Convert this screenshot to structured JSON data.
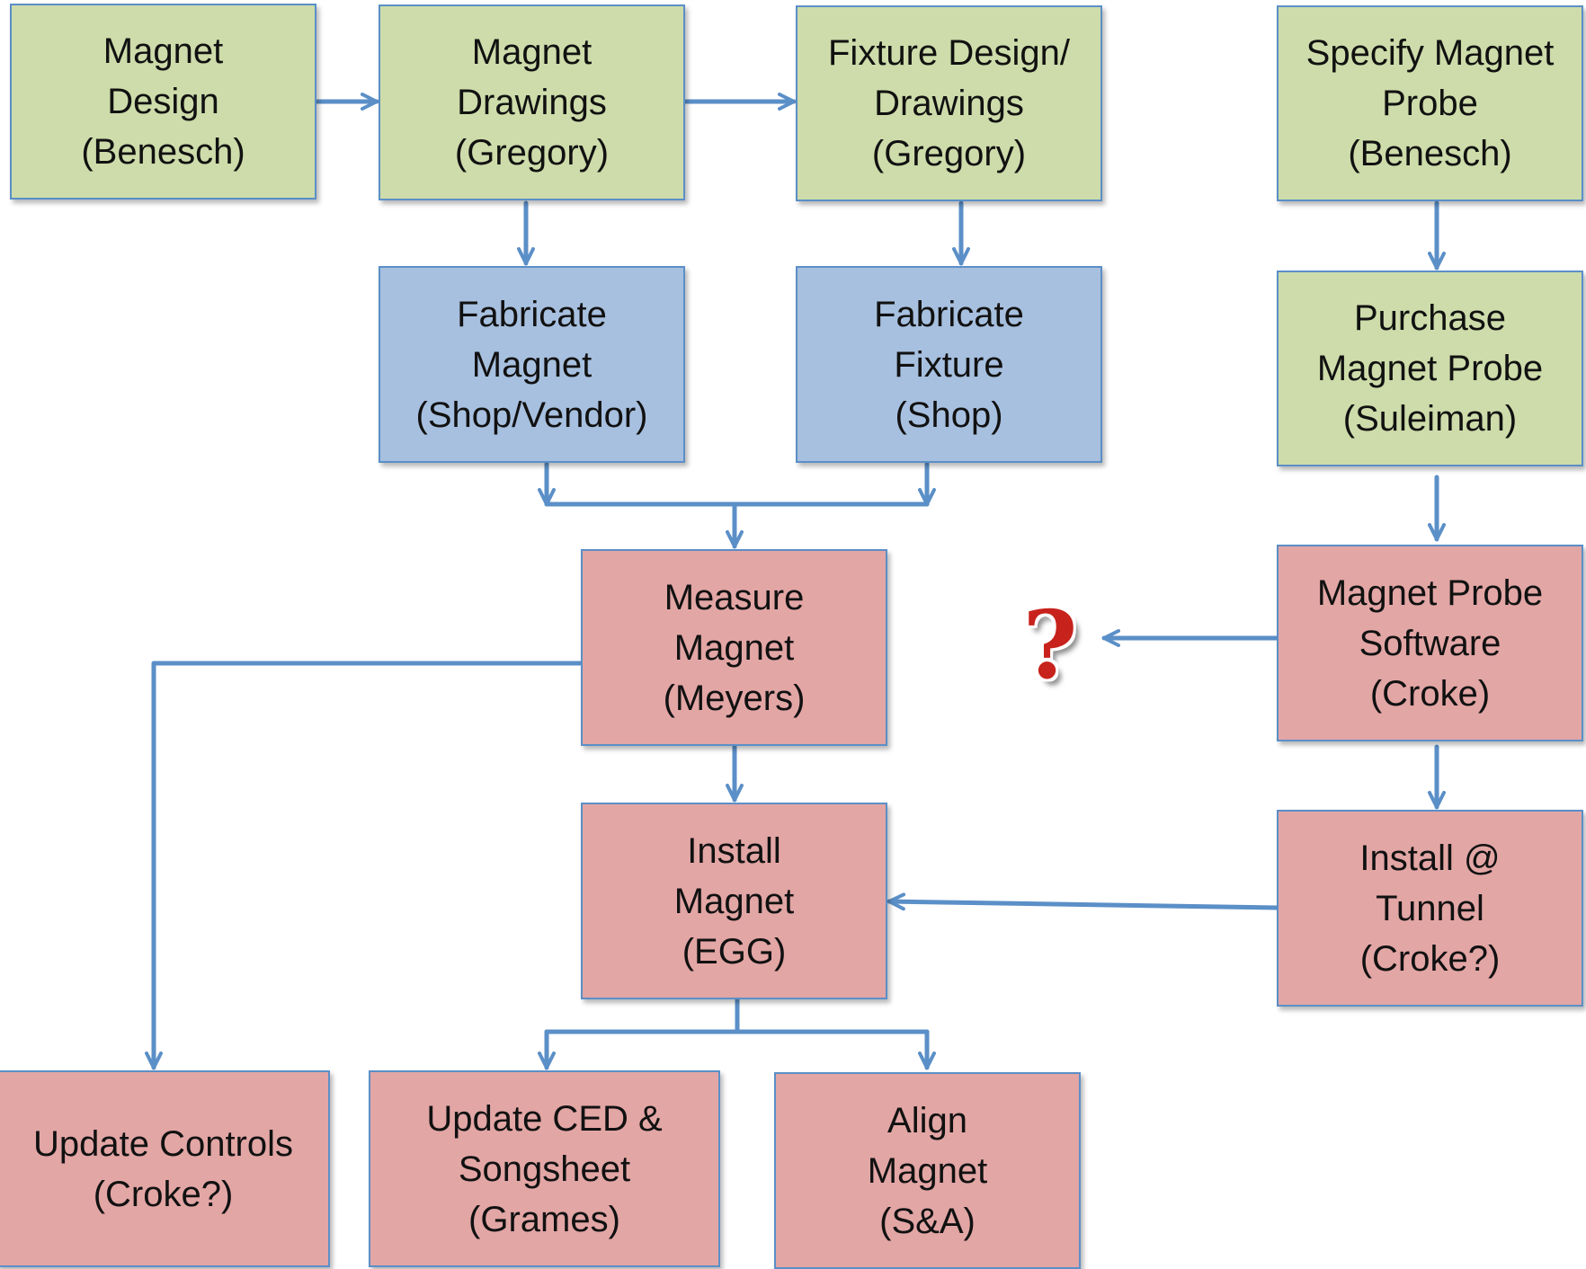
{
  "nodes": {
    "magnet_design": {
      "lines": [
        "Magnet",
        "Design",
        "(Benesch)"
      ]
    },
    "magnet_drawings": {
      "lines": [
        "Magnet",
        "Drawings",
        "(Gregory)"
      ]
    },
    "fixture_design": {
      "lines": [
        "Fixture Design/",
        "Drawings",
        "(Gregory)"
      ]
    },
    "specify_probe": {
      "lines": [
        "Specify Magnet",
        "Probe",
        "(Benesch)"
      ]
    },
    "fabricate_magnet": {
      "lines": [
        "Fabricate",
        "Magnet",
        "(Shop/Vendor)"
      ]
    },
    "fabricate_fixture": {
      "lines": [
        "Fabricate",
        "Fixture",
        "(Shop)"
      ]
    },
    "purchase_probe": {
      "lines": [
        "Purchase",
        "Magnet Probe",
        "(Suleiman)"
      ]
    },
    "measure_magnet": {
      "lines": [
        "Measure",
        "Magnet",
        "(Meyers)"
      ]
    },
    "probe_software": {
      "lines": [
        "Magnet Probe",
        "Software",
        "(Croke)"
      ]
    },
    "install_magnet": {
      "lines": [
        "Install",
        "Magnet",
        "(EGG)"
      ]
    },
    "install_tunnel": {
      "lines": [
        "Install @",
        "Tunnel",
        "(Croke?)"
      ]
    },
    "update_controls": {
      "lines": [
        "Update Controls",
        "(Croke?)"
      ]
    },
    "update_ced": {
      "lines": [
        "Update CED &",
        "Songsheet",
        "(Grames)"
      ]
    },
    "align_magnet": {
      "lines": [
        "Align",
        "Magnet",
        "(S&A)"
      ]
    }
  },
  "question_mark": "?",
  "colors": {
    "green_fill": "#cddcaa",
    "blue_fill": "#a7c0df",
    "red_fill": "#e2a6a5",
    "border": "#5b8fc7",
    "connector": "#5b8fc7",
    "question_mark": "#c8221c"
  }
}
